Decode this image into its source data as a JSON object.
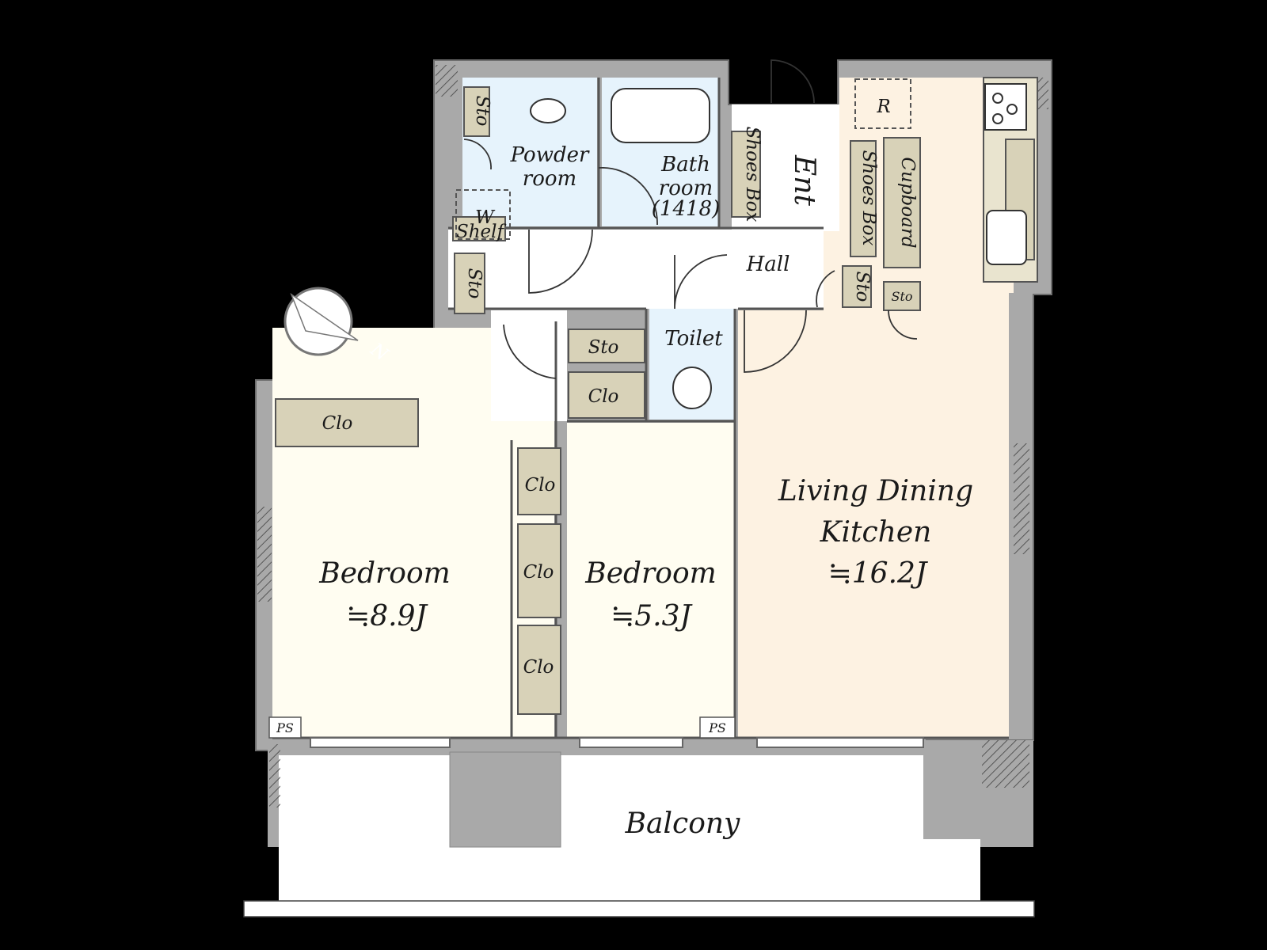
{
  "colors": {
    "background": "#000000",
    "wall": "#a9a9a9",
    "wall_dark": "#8e8e8e",
    "hall": "#ffffff",
    "wet_area": "#e6f3fc",
    "bedroom": "#fffdf1",
    "ldk": "#fdf2e2",
    "storage": "#d8d2b8",
    "balcony": "#ffffff"
  },
  "compass": {
    "north_label": "N"
  },
  "rooms": {
    "ldk": {
      "line1": "Living Dining",
      "line2": "Kitchen",
      "size": "≒16.2J"
    },
    "bedroom_a": {
      "name": "Bedroom",
      "size": "≒8.9J"
    },
    "bedroom_b": {
      "name": "Bedroom",
      "size": "≒5.3J"
    },
    "powder": {
      "line1": "Powder",
      "line2": "room"
    },
    "bath": {
      "line1": "Bath",
      "line2": "room",
      "line3": "(1418)"
    },
    "hall": "Hall",
    "toilet": "Toilet",
    "entrance": "Ent",
    "balcony": "Balcony"
  },
  "fixtures": {
    "sto": "Sto",
    "clo": "Clo",
    "shoes_box": "Shoes Box",
    "cupboard": "Cupboard",
    "w": "W",
    "shelf": "Shelf",
    "r": "R",
    "ps": "PS"
  }
}
